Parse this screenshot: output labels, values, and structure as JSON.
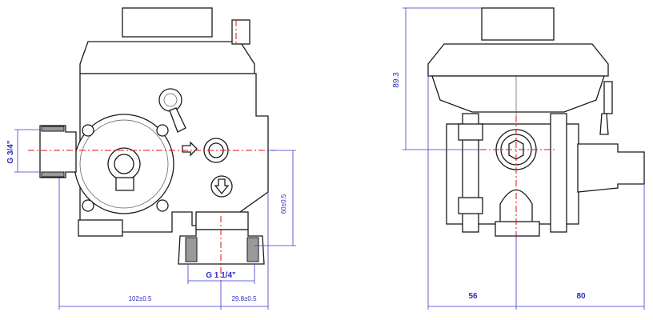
{
  "drawing": {
    "front_view": {
      "inlet_thread": "G 3/4\"",
      "outlet_thread": "G 1 1/4\"",
      "outlet_height": "60±0.5",
      "inlet_to_outlet_distance": "102±0.5",
      "outlet_to_side_distance": "29.8±0.5"
    },
    "side_view": {
      "height_to_axis": "89.3",
      "left_width": "56",
      "right_width": "80"
    },
    "colors": {
      "dimension": "#2b2bc4",
      "centerline": "#e01010",
      "outline": "#1a1a1a"
    }
  }
}
